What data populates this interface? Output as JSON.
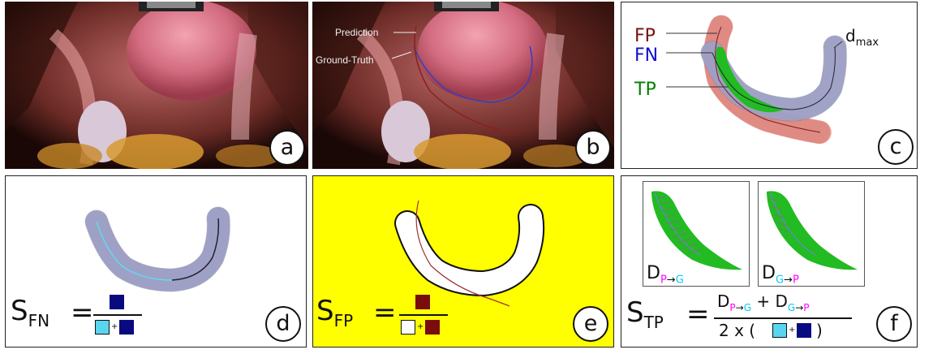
{
  "panels": {
    "a": {
      "badge": "a"
    },
    "b": {
      "badge": "b",
      "prediction_label": "Prediction",
      "groundtruth_label": "Ground-Truth"
    },
    "c": {
      "badge": "c",
      "fp_label": "FP",
      "fn_label": "FN",
      "tp_label": "TP",
      "dmax_d": "d",
      "dmax_sub": "max"
    },
    "d": {
      "badge": "d",
      "eq_s": "S",
      "eq_sub": "FN",
      "eq_equals": "="
    },
    "e": {
      "badge": "e",
      "eq_s": "S",
      "eq_sub": "FP",
      "eq_equals": "="
    },
    "f": {
      "badge": "f",
      "eq_s": "S",
      "eq_sub": "TP",
      "eq_equals": "=",
      "d_letter": "D",
      "sub_p_to_g_p": "P",
      "sub_p_to_g_arrow": "→",
      "sub_p_to_g_g": "G",
      "sub_g_to_p_g": "G",
      "sub_g_to_p_arrow": "→",
      "sub_g_to_p_p": "P",
      "plus": "+",
      "denominator_prefix": "2 x (",
      "denominator_plus": "+",
      "denominator_suffix": ")"
    },
    "plus_small": "+"
  },
  "colors": {
    "fp": "#7a1010",
    "fn": "#1010d0",
    "tp": "#008000",
    "dark_blue_square": "#0a0a80",
    "cyan_square": "#5ad5f0",
    "dark_red_square": "#7a0c0c",
    "yellow": "#ffff00",
    "magenta": "#ff00ff",
    "cyan": "#00c8ff",
    "green_region": "#22bb22"
  }
}
